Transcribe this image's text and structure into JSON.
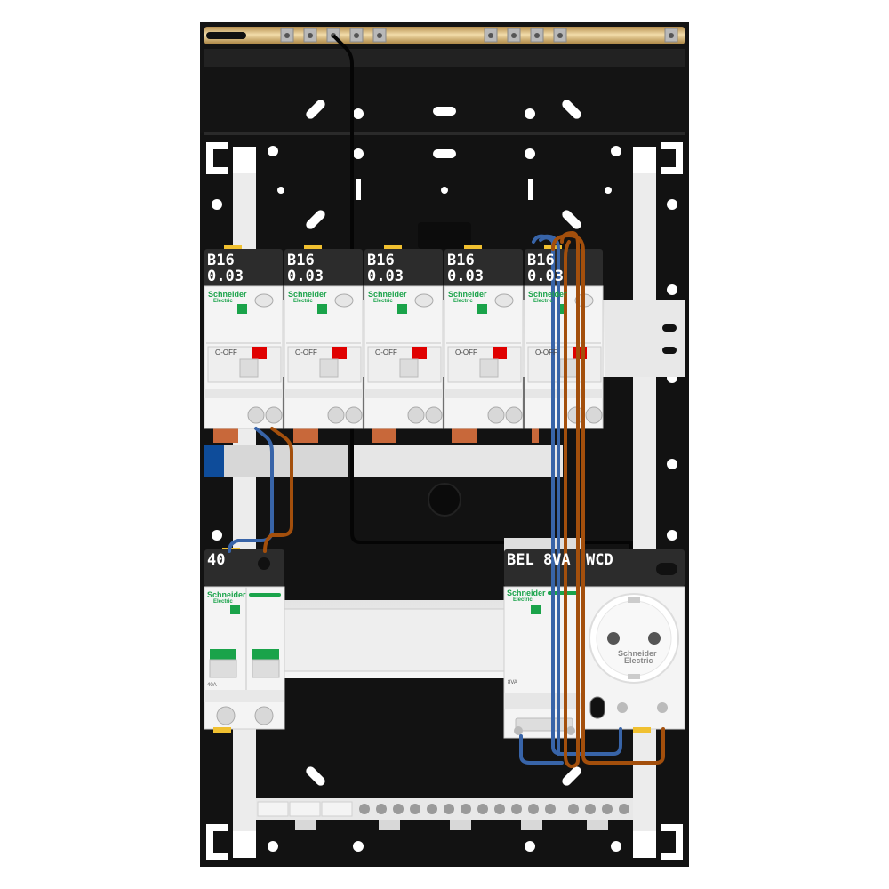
{
  "modules": {
    "rcbo_1": {
      "line1": "B16",
      "line2": "0.03",
      "brand": "Schneider",
      "sub": "Electric",
      "off": "O-OFF"
    },
    "rcbo_2": {
      "line1": "B16",
      "line2": "0.03",
      "brand": "Schneider",
      "sub": "Electric",
      "off": "O-OFF"
    },
    "rcbo_3": {
      "line1": "B16",
      "line2": "0.03",
      "brand": "Schneider",
      "sub": "Electric",
      "off": "O-OFF"
    },
    "rcbo_4": {
      "line1": "B16",
      "line2": "0.03",
      "brand": "Schneider",
      "sub": "Electric",
      "off": "O-OFF"
    },
    "rcbo_5": {
      "line1": "B16",
      "line2": "0.03",
      "brand": "Schneider",
      "sub": "Electric",
      "off": "O-OFF"
    },
    "main_switch": {
      "label": "40",
      "brand": "Schneider",
      "sub": "Electric",
      "rating": "40A"
    },
    "bell_transformer": {
      "label": "BEL 8VA",
      "brand": "Schneider",
      "sub": "Electric",
      "rating": "8VA"
    },
    "socket": {
      "label": "WCD",
      "brand": "Schneider",
      "sub": "Electric"
    }
  },
  "colors": {
    "panel": "#111111",
    "neutral_wire": "#3864a8",
    "phase_wire": "#a34f0c",
    "neutral_bar": "#0e4c9a",
    "breaker_red": "#e00000",
    "brand_green": "#1aa34a",
    "label_bar": "#2a2a2a",
    "busbar": "#d9b978"
  },
  "icons": [
    "screw-terminal-icon",
    "test-button-icon",
    "toggle-lever-icon",
    "brand-logo-icon",
    "socket-outlet-icon"
  ]
}
